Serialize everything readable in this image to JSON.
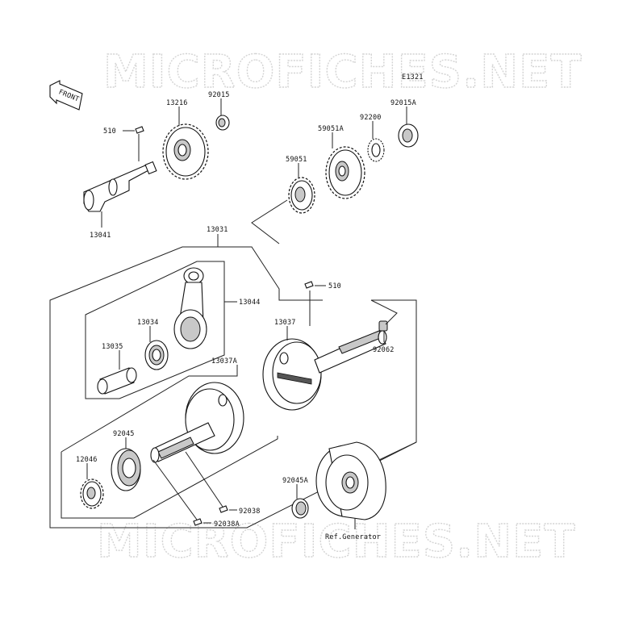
{
  "watermark": {
    "text_top": "MICROFICHES.NET",
    "text_bottom": "MICROFICHES.NET"
  },
  "figure_code": "E1321",
  "front_arrow": "FRONT",
  "labels": {
    "p510_top": "510",
    "p13216": "13216",
    "p92015": "92015",
    "p13041": "13041",
    "p59051A": "59051A",
    "p92200": "92200",
    "p92015A": "92015A",
    "p59051": "59051",
    "p13031": "13031",
    "p13044": "13044",
    "p13034": "13034",
    "p13035": "13035",
    "p510_mid": "510",
    "p13037": "13037",
    "p92062": "92062",
    "p13037A": "13037A",
    "p92045": "92045",
    "p12046": "12046",
    "p92045A": "92045A",
    "p92038": "92038",
    "p92038A": "92038A",
    "ref_generator": "Ref.Generator"
  },
  "colors": {
    "line": "#222222",
    "watermark": "#d4d4d4",
    "shade": "#c8c8c8"
  }
}
